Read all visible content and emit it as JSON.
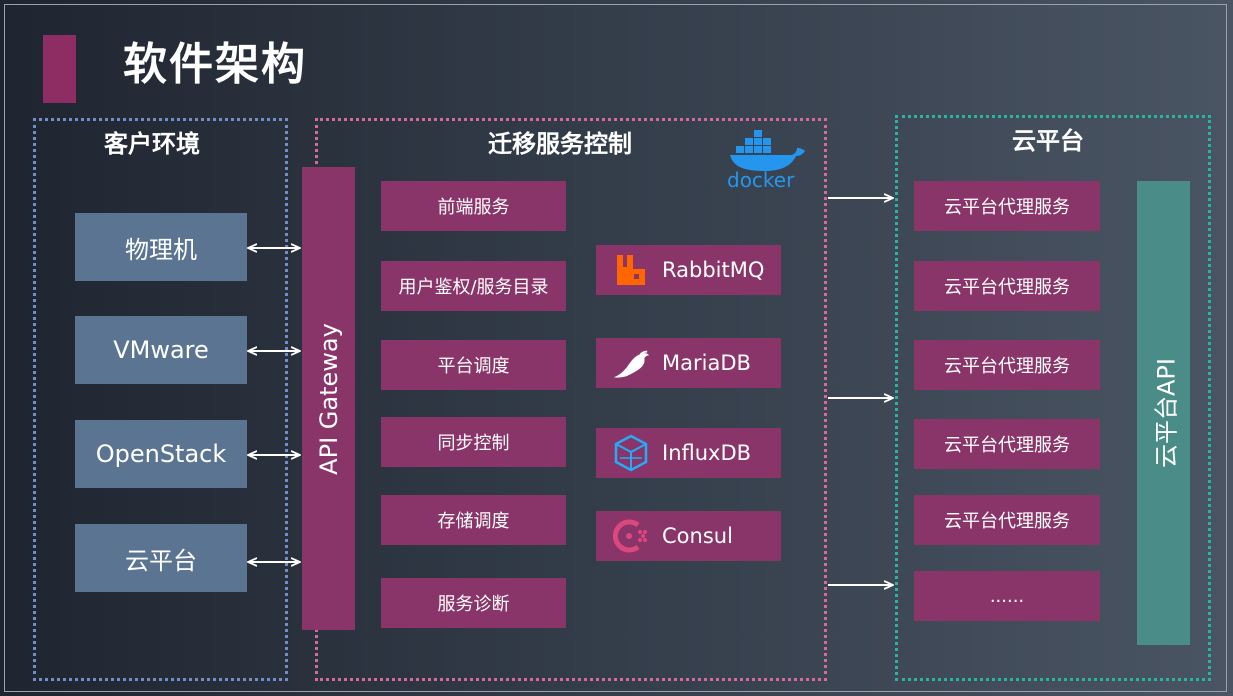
{
  "title": "软件架构",
  "groups": {
    "client": "客户环境",
    "migration": "迁移服务控制",
    "cloud": "云平台"
  },
  "client_env": [
    "物理机",
    "VMware",
    "OpenStack",
    "云平台"
  ],
  "gateway": "API Gateway",
  "services": [
    "前端服务",
    "用户鉴权/服务目录",
    "平台调度",
    "同步控制",
    "存储调度",
    "服务诊断"
  ],
  "middleware": [
    {
      "name": "RabbitMQ",
      "icon": "rabbitmq-icon",
      "color": "#ff6600"
    },
    {
      "name": "MariaDB",
      "icon": "mariadb-seal-icon",
      "color": "#ffffff"
    },
    {
      "name": "InfluxDB",
      "icon": "influxdb-icon",
      "color": "#22adf6"
    },
    {
      "name": "Consul",
      "icon": "consul-icon",
      "color": "#dc477d"
    }
  ],
  "docker_logo": "docker",
  "cloud_proxies": [
    "云平台代理服务",
    "云平台代理服务",
    "云平台代理服务",
    "云平台代理服务",
    "云平台代理服务",
    "......"
  ],
  "cloud_api": "云平台API",
  "colors": {
    "accent": "#8d2d64",
    "service_box": "#8a3569",
    "env_box": "#5a7492",
    "cloud_api_box": "#4a8c88",
    "client_border": "#6f8fc6",
    "migration_border": "#d86a9b",
    "cloud_border": "#2bb39b"
  }
}
